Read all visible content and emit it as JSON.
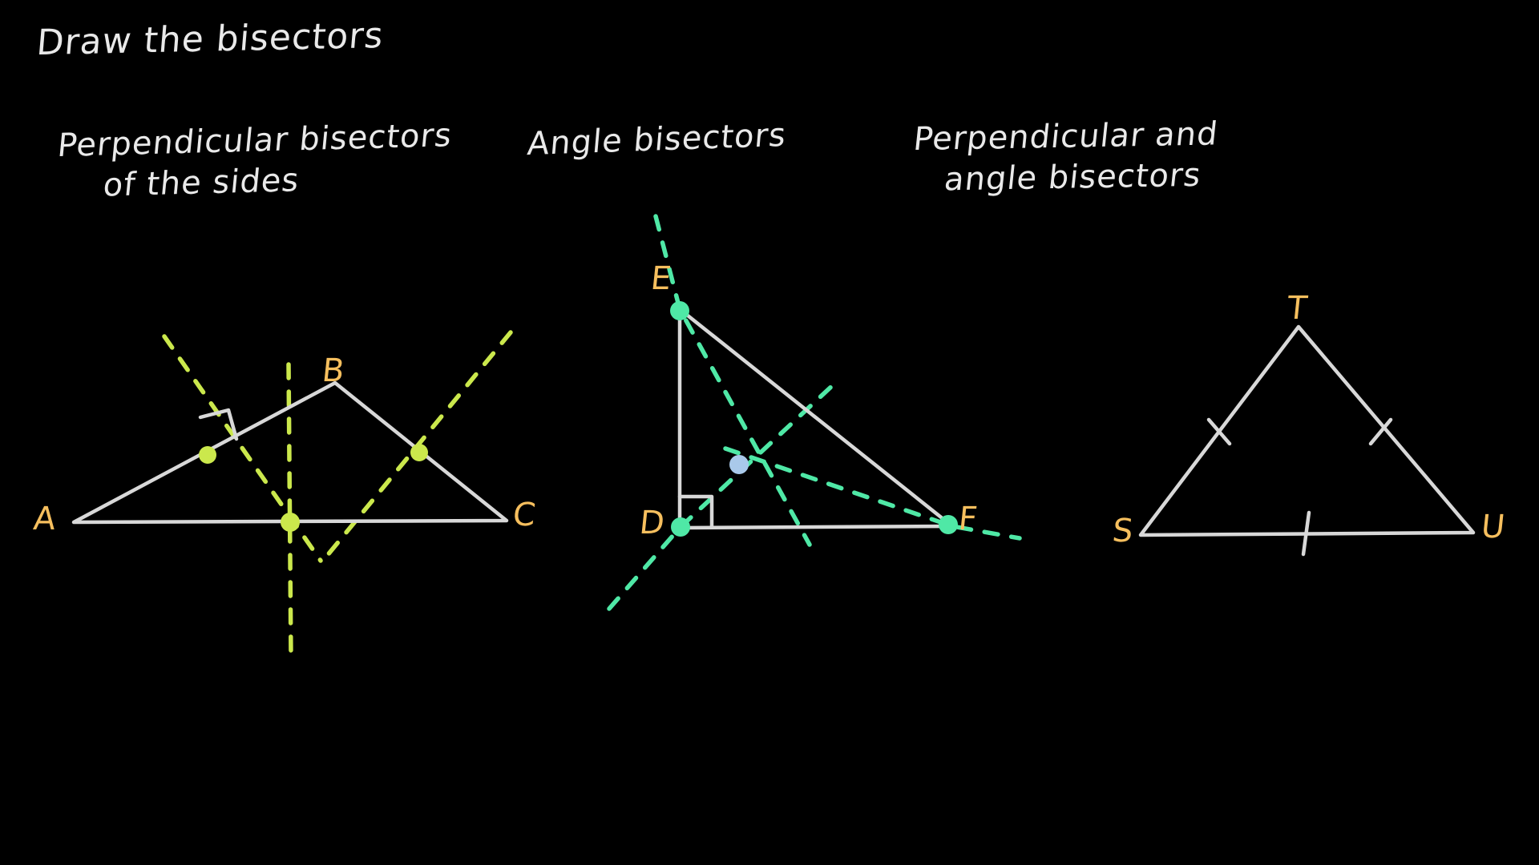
{
  "meta": {
    "background_color": "#000000",
    "ink_white": "#e9e9e9",
    "label_orange": "#f6bf5e",
    "perp_bisector_green": "#cbe84c",
    "angle_bisector_mint": "#4fe8a6",
    "incenter_blue": "#a9c9ea"
  },
  "title": "Draw the bisectors",
  "panels": [
    {
      "id": "perpendicular-bisectors",
      "heading_line1": "Perpendicular bisectors",
      "heading_line2": "of the sides",
      "figure": {
        "type": "triangle-with-perpendicular-bisectors",
        "vertex_labels": [
          "A",
          "B",
          "C"
        ],
        "marks": [
          "right-angle-square",
          "midpoint-dots",
          "dashed-perpendicular-bisectors"
        ],
        "bisector_count": 3,
        "midpoint_dot_count": 3
      }
    },
    {
      "id": "angle-bisectors",
      "heading_line1": "Angle bisectors",
      "heading_line2": "",
      "figure": {
        "type": "triangle-with-angle-bisectors",
        "vertex_labels": [
          "E",
          "D",
          "F"
        ],
        "marks": [
          "right-angle-square",
          "vertex-dots",
          "dashed-angle-bisectors",
          "incenter-dot"
        ],
        "bisector_count": 3,
        "incenter_dot_count": 1
      }
    },
    {
      "id": "perpendicular-and-angle-bisectors",
      "heading_line1": "Perpendicular and",
      "heading_line2": "angle bisectors",
      "figure": {
        "type": "equilateral-triangle",
        "vertex_labels": [
          "T",
          "S",
          "U"
        ],
        "marks": [
          "congruence-tick-marks"
        ],
        "tick_count": 3
      }
    }
  ],
  "labels": {
    "p1": {
      "A": "A",
      "B": "B",
      "C": "C"
    },
    "p2": {
      "E": "E",
      "D": "D",
      "F": "F"
    },
    "p3": {
      "T": "T",
      "S": "S",
      "U": "U"
    }
  }
}
